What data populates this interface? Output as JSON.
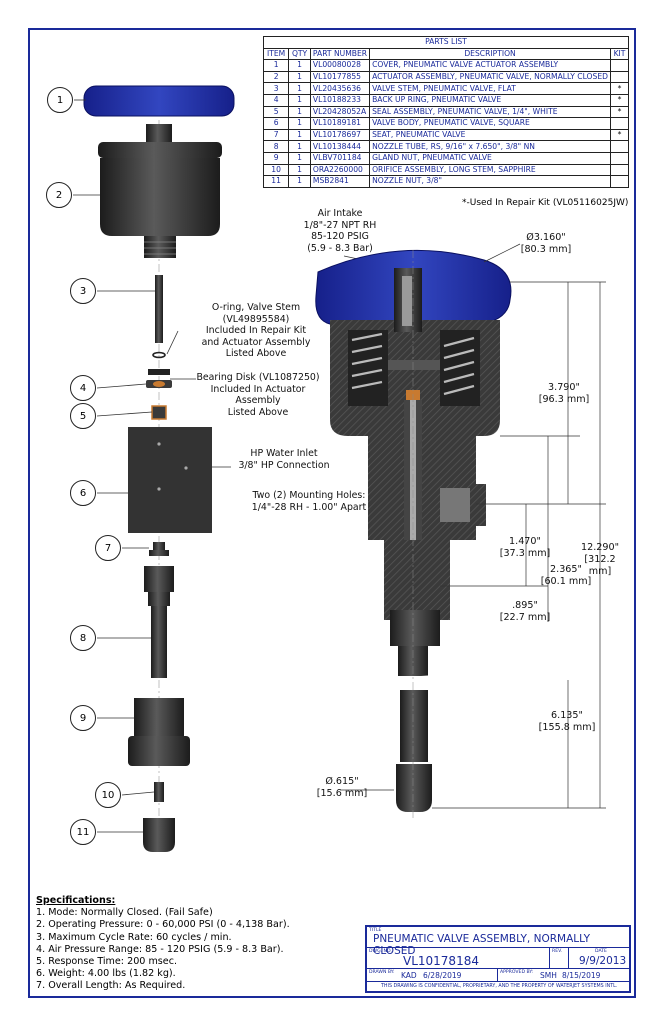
{
  "parts_list": {
    "title": "PARTS LIST",
    "headers": [
      "ITEM",
      "QTY",
      "PART NUMBER",
      "DESCRIPTION",
      "KIT"
    ],
    "rows": [
      {
        "item": "1",
        "qty": "1",
        "part": "VL00080028",
        "desc": "COVER, PNEUMATIC VALVE ACTUATOR ASSEMBLY",
        "kit": ""
      },
      {
        "item": "2",
        "qty": "1",
        "part": "VL10177855",
        "desc": "ACTUATOR ASSEMBLY, PNEUMATIC VALVE, NORMALLY CLOSED",
        "kit": ""
      },
      {
        "item": "3",
        "qty": "1",
        "part": "VL20435636",
        "desc": "VALVE STEM, PNEUMATIC VALVE, FLAT",
        "kit": "*"
      },
      {
        "item": "4",
        "qty": "1",
        "part": "VL10188233",
        "desc": "BACK UP RING, PNEUMATIC VALVE",
        "kit": "*"
      },
      {
        "item": "5",
        "qty": "1",
        "part": "VL20428052A",
        "desc": "SEAL ASSEMBLY, PNEUMATIC VALVE, 1/4\", WHITE",
        "kit": "*"
      },
      {
        "item": "6",
        "qty": "1",
        "part": "VL10189181",
        "desc": "VALVE BODY, PNEUMATIC VALVE, SQUARE",
        "kit": ""
      },
      {
        "item": "7",
        "qty": "1",
        "part": "VL10178697",
        "desc": "SEAT, PNEUMATIC VALVE",
        "kit": "*"
      },
      {
        "item": "8",
        "qty": "1",
        "part": "VL10138444",
        "desc": "NOZZLE TUBE, RS, 9/16\" x 7.650\", 3/8\" NN",
        "kit": ""
      },
      {
        "item": "9",
        "qty": "1",
        "part": "VLBV701184",
        "desc": "GLAND NUT, PNEUMATIC VALVE",
        "kit": ""
      },
      {
        "item": "10",
        "qty": "1",
        "part": "ORA2260000",
        "desc": "ORIFICE ASSEMBLY, LONG STEM, SAPPHIRE",
        "kit": ""
      },
      {
        "item": "11",
        "qty": "1",
        "part": "MSB2841",
        "desc": "NOZZLE NUT, 3/8\"",
        "kit": ""
      }
    ],
    "kit_note": "*-Used In Repair Kit (VL05116025JW)"
  },
  "balloons": [
    "1",
    "2",
    "3",
    "4",
    "5",
    "6",
    "7",
    "8",
    "9",
    "10",
    "11"
  ],
  "callouts": {
    "oring": [
      "O-ring, Valve Stem",
      "(VL49895584)",
      "Included In Repair Kit",
      "and Actuator Assembly",
      "Listed Above"
    ],
    "bearing": [
      "Bearing Disk (VL1087250)",
      "Included In Actuator Assembly",
      "Listed Above"
    ],
    "water": [
      "HP Water Inlet",
      "3/8\" HP Connection"
    ],
    "mounting": [
      "Two (2) Mounting Holes:",
      "1/4\"-28 RH - 1.00\" Apart"
    ],
    "air": [
      "Air Intake",
      "1/8\"-27 NPT RH",
      "85-120 PSIG",
      "(5.9 - 8.3 Bar)"
    ]
  },
  "dimensions": {
    "d_cover": [
      "Ø3.160\"",
      "[80.3 mm]"
    ],
    "d_3790": [
      "3.790\"",
      "[96.3 mm]"
    ],
    "d_12290": [
      "12.290\"",
      "[312.2 mm]"
    ],
    "d_1470": [
      "1.470\"",
      "[37.3 mm]"
    ],
    "d_2365": [
      "2.365\"",
      "[60.1 mm]"
    ],
    "d_895": [
      ".895\"",
      "[22.7 mm]"
    ],
    "d_6135": [
      "6.135\"",
      "[155.8 mm]"
    ],
    "d_615": [
      "Ø.615\"",
      "[15.6 mm]"
    ]
  },
  "specs": {
    "heading": "Specifications:",
    "items": [
      "1. Mode: Normally Closed. (Fail Safe)",
      "2. Operating Pressure: 0 - 60,000 PSI (0 - 4,138 Bar).",
      "3. Maximum Cycle Rate: 60 cycles / min.",
      "4. Air Pressure Range: 85 - 120 PSIG (5.9 - 8.3 Bar).",
      "5. Response Time: 200 msec.",
      "6. Weight: 4.00 lbs (1.82 kg).",
      "7. Overall Length: As Required."
    ]
  },
  "title_block": {
    "title_caption": "TITLE",
    "title": "PNEUMATIC VALVE ASSEMBLY, NORMALLY CLOSED",
    "dwg_caption": "DWG. NO.",
    "dwg_no": "VL10178184",
    "rev_caption": "REV.",
    "date_caption": "DATE",
    "date": "9/9/2013",
    "drawn_caption": "DRAWN BY:",
    "drawn_by": "KAD",
    "drawn_date": "6/28/2019",
    "approved_caption": "APPROVED BY:",
    "approved_by": "SMH",
    "approved_date": "8/15/2019",
    "confidential": "THIS DRAWING IS CONFIDENTIAL, PROPRIETARY, AND THE PROPERTY OF WATERJET SYSTEMS INTL."
  },
  "colors": {
    "border": "#1a2a9a",
    "cover": "#22309a",
    "body": "#2b2b2b"
  }
}
